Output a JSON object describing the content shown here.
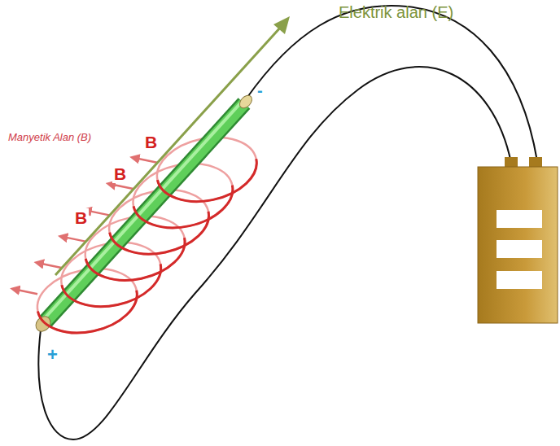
{
  "diagram": {
    "labels": [
      "Elektrik alan (E)",
      "Manyetik Alan (B)",
      "B",
      "B",
      "B",
      "-",
      "+"
    ]
  }
}
